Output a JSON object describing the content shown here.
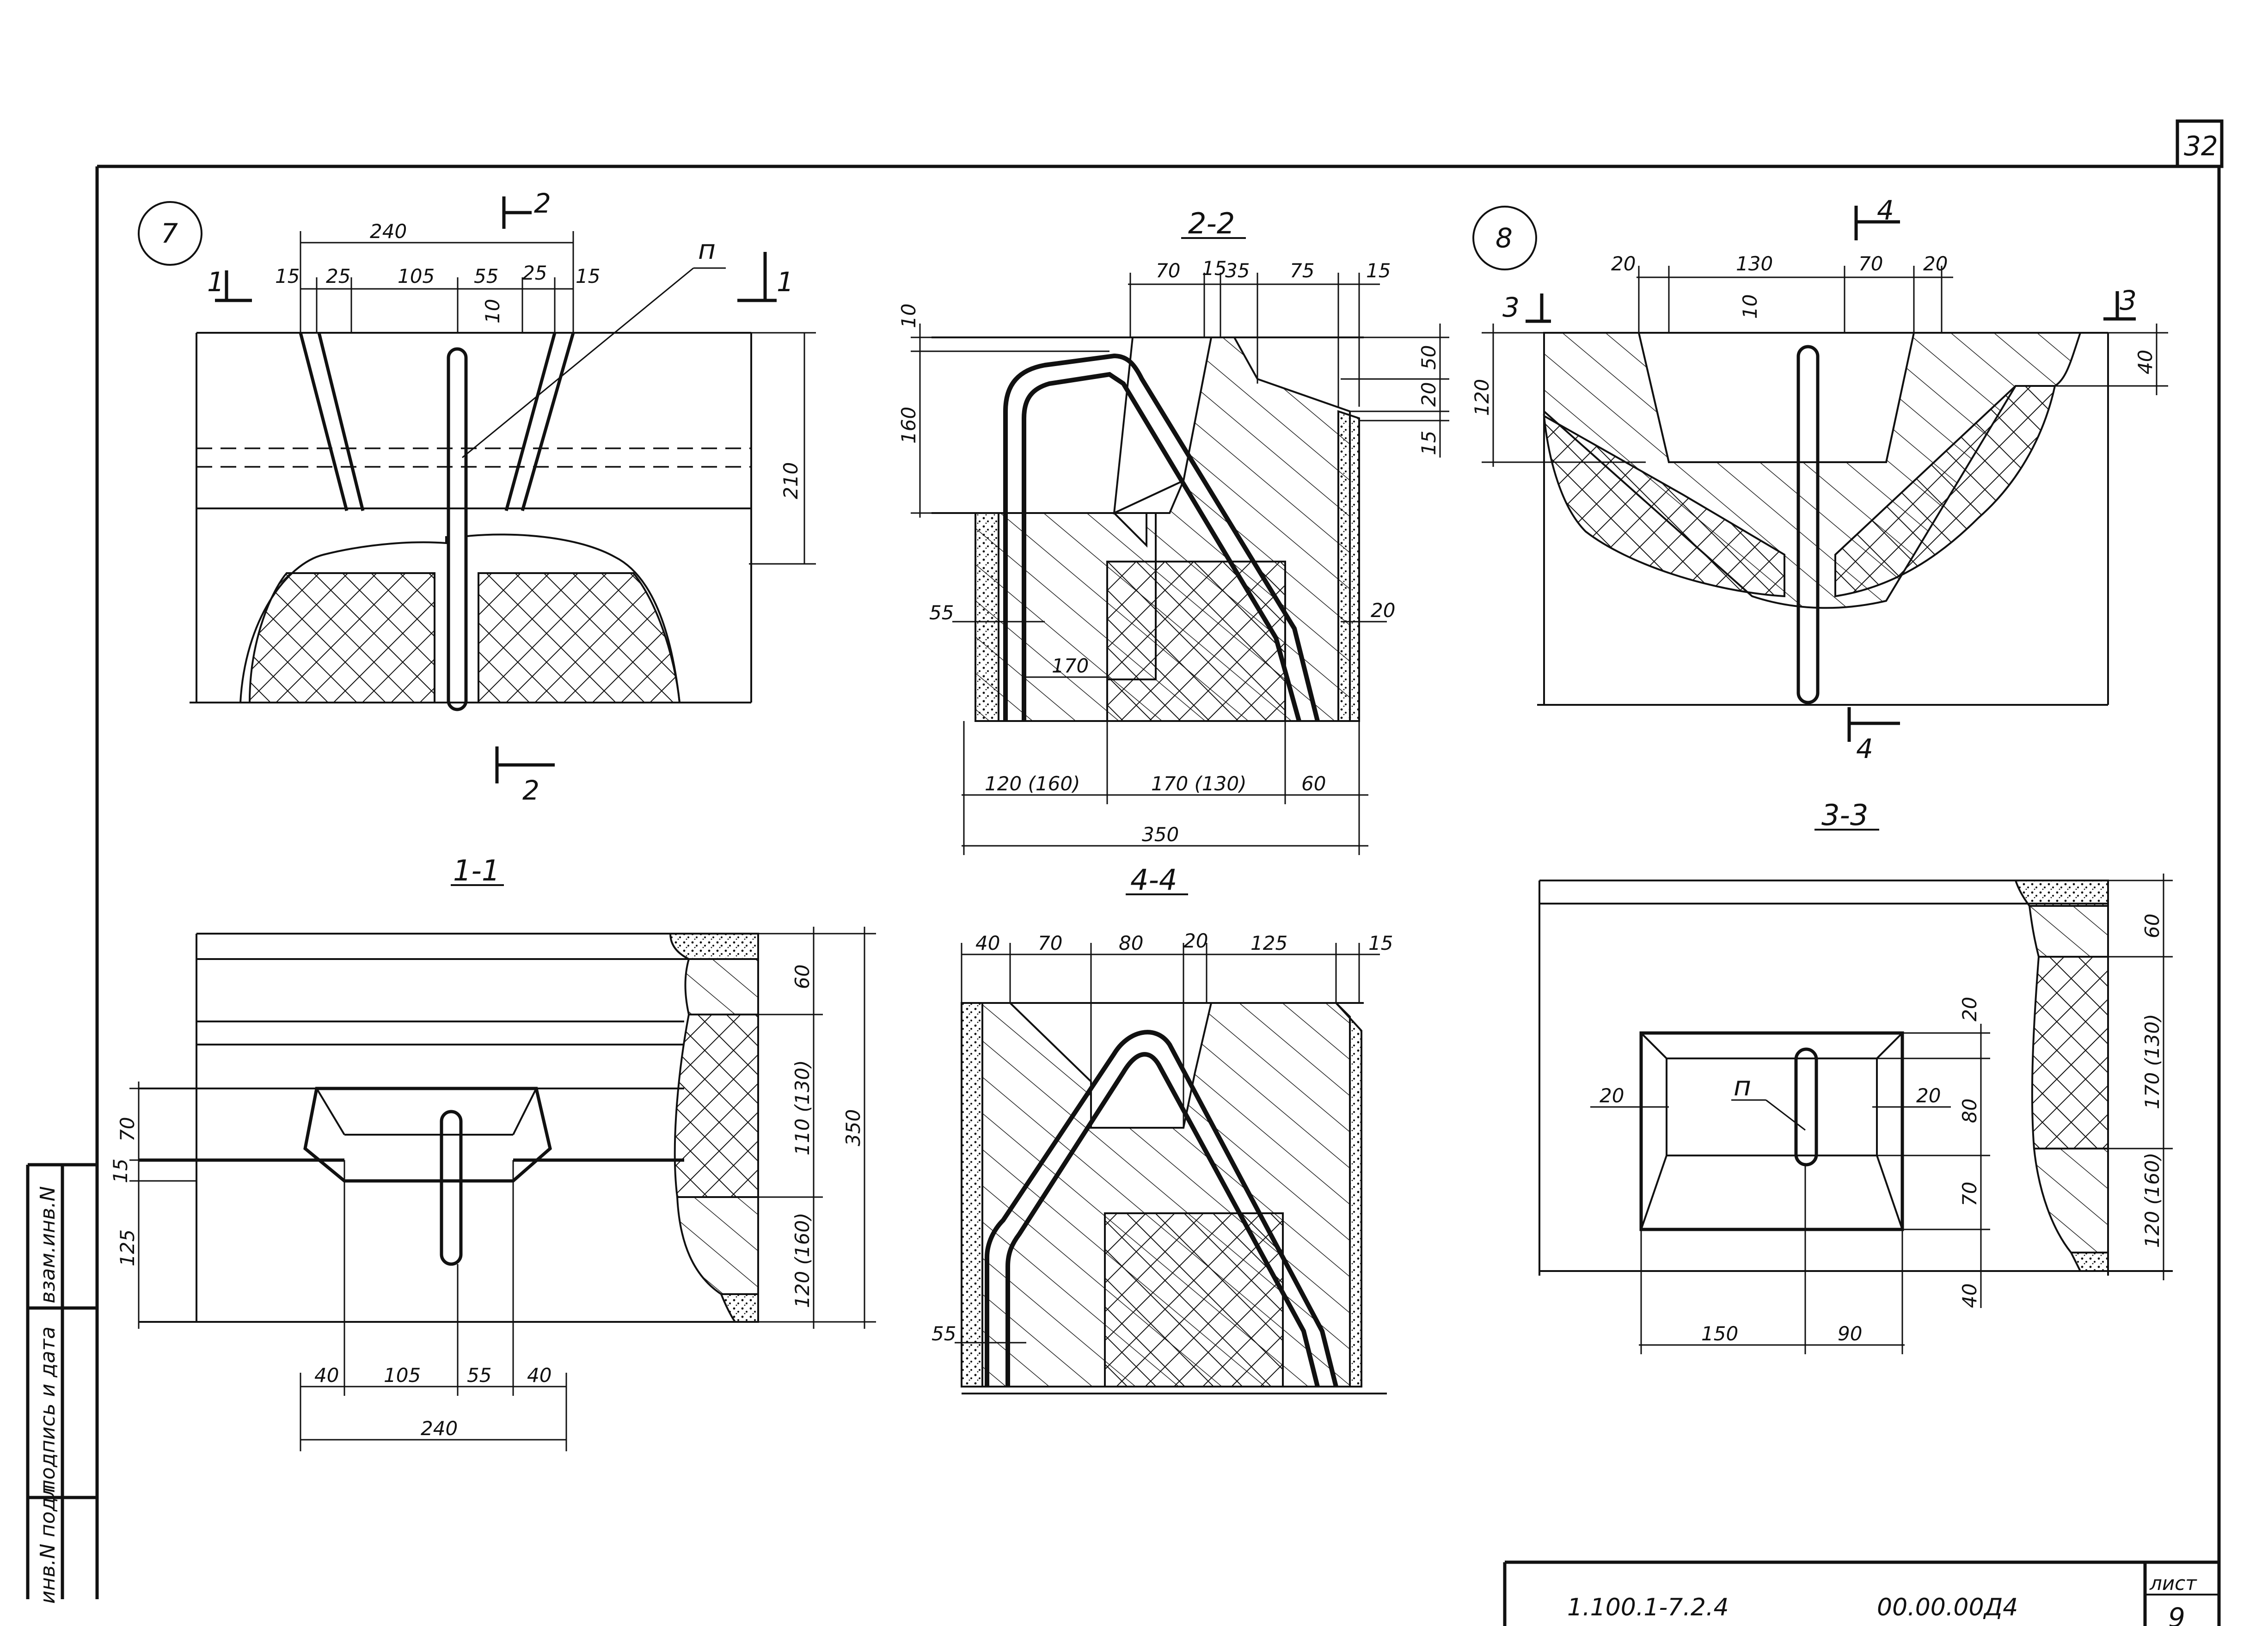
{
  "sheet": {
    "page_number": "32",
    "sheet_label": "лист",
    "sheet_number": "9",
    "doc_code": "1.100.1-7.2.4",
    "drawing_code": "00.00.00Д4"
  },
  "side_stamp": {
    "col1": "инв.N подл",
    "col2": "подпись и дата",
    "col3": "взам.инв.N"
  },
  "node7": {
    "number": "7",
    "cut_mark_1": "1",
    "cut_mark_2": "2",
    "item_label": "п",
    "dims_top": [
      "240",
      "15",
      "25",
      "105",
      "55",
      "25",
      "15"
    ],
    "dim_10": "10",
    "dim_side": "210"
  },
  "section_1_1": {
    "title": "1-1",
    "dims_left": [
      "70",
      "15",
      "125"
    ],
    "dims_right": [
      "60",
      "110 (130)",
      "120 (160)",
      "350"
    ],
    "dims_bottom": [
      "40",
      "105",
      "55",
      "40",
      "240"
    ]
  },
  "section_2_2": {
    "title": "2-2",
    "dims_top": [
      "70",
      "15",
      "35",
      "75",
      "15"
    ],
    "dims_left": [
      "10",
      "160",
      "55"
    ],
    "dims_right": [
      "50",
      "20",
      "15",
      "20"
    ],
    "dim_inner": "170",
    "dims_bottom": [
      "120 (160)",
      "170 (130)",
      "60",
      "350"
    ]
  },
  "section_4_4": {
    "title": "4-4",
    "dims_top": [
      "40",
      "70",
      "80",
      "20",
      "125",
      "15"
    ],
    "dim_left": "55"
  },
  "node8": {
    "number": "8",
    "cut_mark_3": "3",
    "cut_mark_4": "4",
    "dims_top": [
      "20",
      "130",
      "70",
      "20"
    ],
    "dim_10": "10",
    "dim_left": "120",
    "dim_right": "40"
  },
  "section_3_3": {
    "title": "3-3",
    "item_label": "п",
    "dims_side": [
      "20",
      "20"
    ],
    "dims_mid": [
      "20",
      "80",
      "70",
      "40"
    ],
    "dims_right": [
      "60",
      "170 (130)",
      "120 (160)"
    ],
    "dims_bottom": [
      "150",
      "90"
    ]
  }
}
